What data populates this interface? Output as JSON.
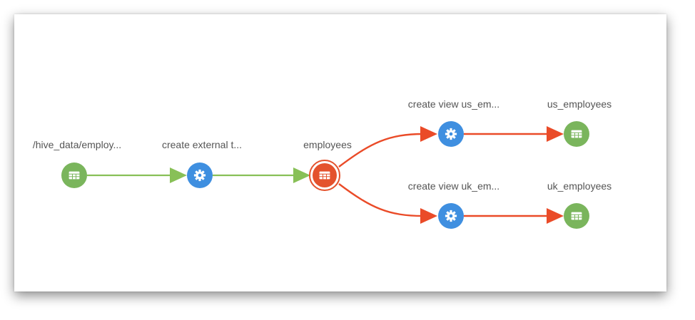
{
  "nodes": {
    "source": {
      "label": "/hive_data/employ...",
      "type": "dataset",
      "color": "#7ab55c"
    },
    "create_external": {
      "label": "create external t...",
      "type": "process",
      "color": "#3f8fe0"
    },
    "employees": {
      "label": "employees",
      "type": "dataset-selected",
      "color": "#e4522d"
    },
    "create_view_us": {
      "label": "create view us_em...",
      "type": "process",
      "color": "#3f8fe0"
    },
    "us_employees": {
      "label": "us_employees",
      "type": "dataset",
      "color": "#7ab55c"
    },
    "create_view_uk": {
      "label": "create view uk_em...",
      "type": "process",
      "color": "#3f8fe0"
    },
    "uk_employees": {
      "label": "uk_employees",
      "type": "dataset",
      "color": "#7ab55c"
    }
  },
  "edge_colors": {
    "input": "#88c057",
    "output": "#ea4b28"
  }
}
